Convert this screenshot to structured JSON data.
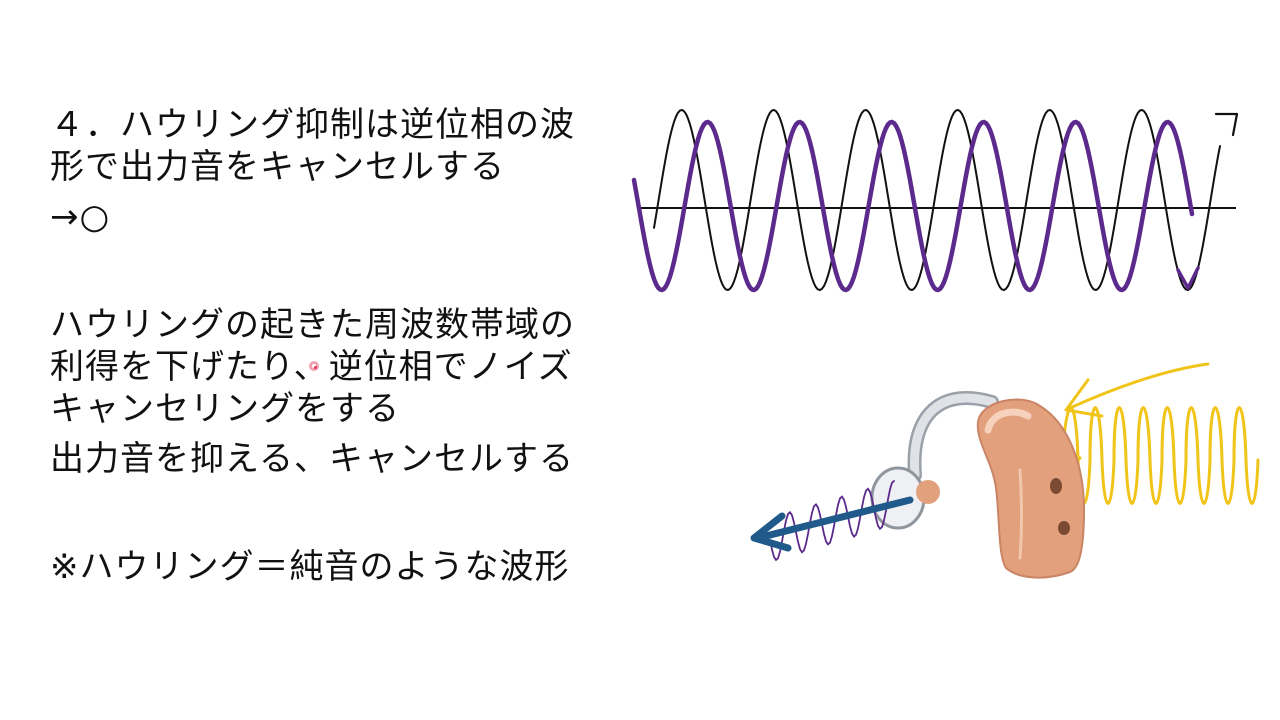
{
  "slide": {
    "question": {
      "line1": "４．ハウリング抑制は逆位相の波",
      "line2": "形で出力音をキャンセルする"
    },
    "answer": "→○",
    "explanation": {
      "line1": "ハウリングの起きた周波数帯域の",
      "line2": "利得を下げたり、逆位相でノイズ",
      "line3": "キャンセリングをする"
    },
    "summary": "出力音を抑える、キャンセルする",
    "note": "※ハウリング＝純音のような波形"
  },
  "figures": {
    "wave_diagram": {
      "icon": "sine-wave-icon",
      "colors": {
        "original_wave": "#111111",
        "inverse_wave": "#5b2a8c",
        "axis": "#111111"
      }
    },
    "hearing_aid": {
      "icon": "hearing-aid-icon",
      "colors": {
        "body": "#e3a07c",
        "tube": "#c9cdd2",
        "incoming_sound": "#f0c419",
        "outgoing_arrow": "#1f5a8a",
        "outgoing_wave": "#5b2a8c"
      }
    }
  }
}
